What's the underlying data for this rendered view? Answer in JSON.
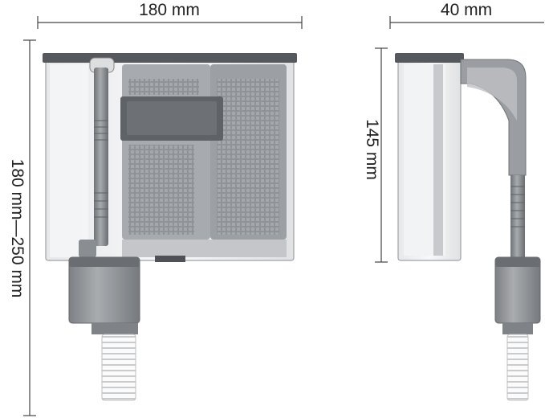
{
  "dimensions": {
    "front_width": "180 mm",
    "front_height": "180 mm—250 mm",
    "side_width": "40 mm",
    "side_height": "145 mm"
  },
  "colors": {
    "body_clear": "#f1f2f3",
    "frame_dark": "#5c5f63",
    "media_grey": "#9a9da1",
    "intake_grey": "#8d9093",
    "strainer_white": "#fafafa"
  }
}
